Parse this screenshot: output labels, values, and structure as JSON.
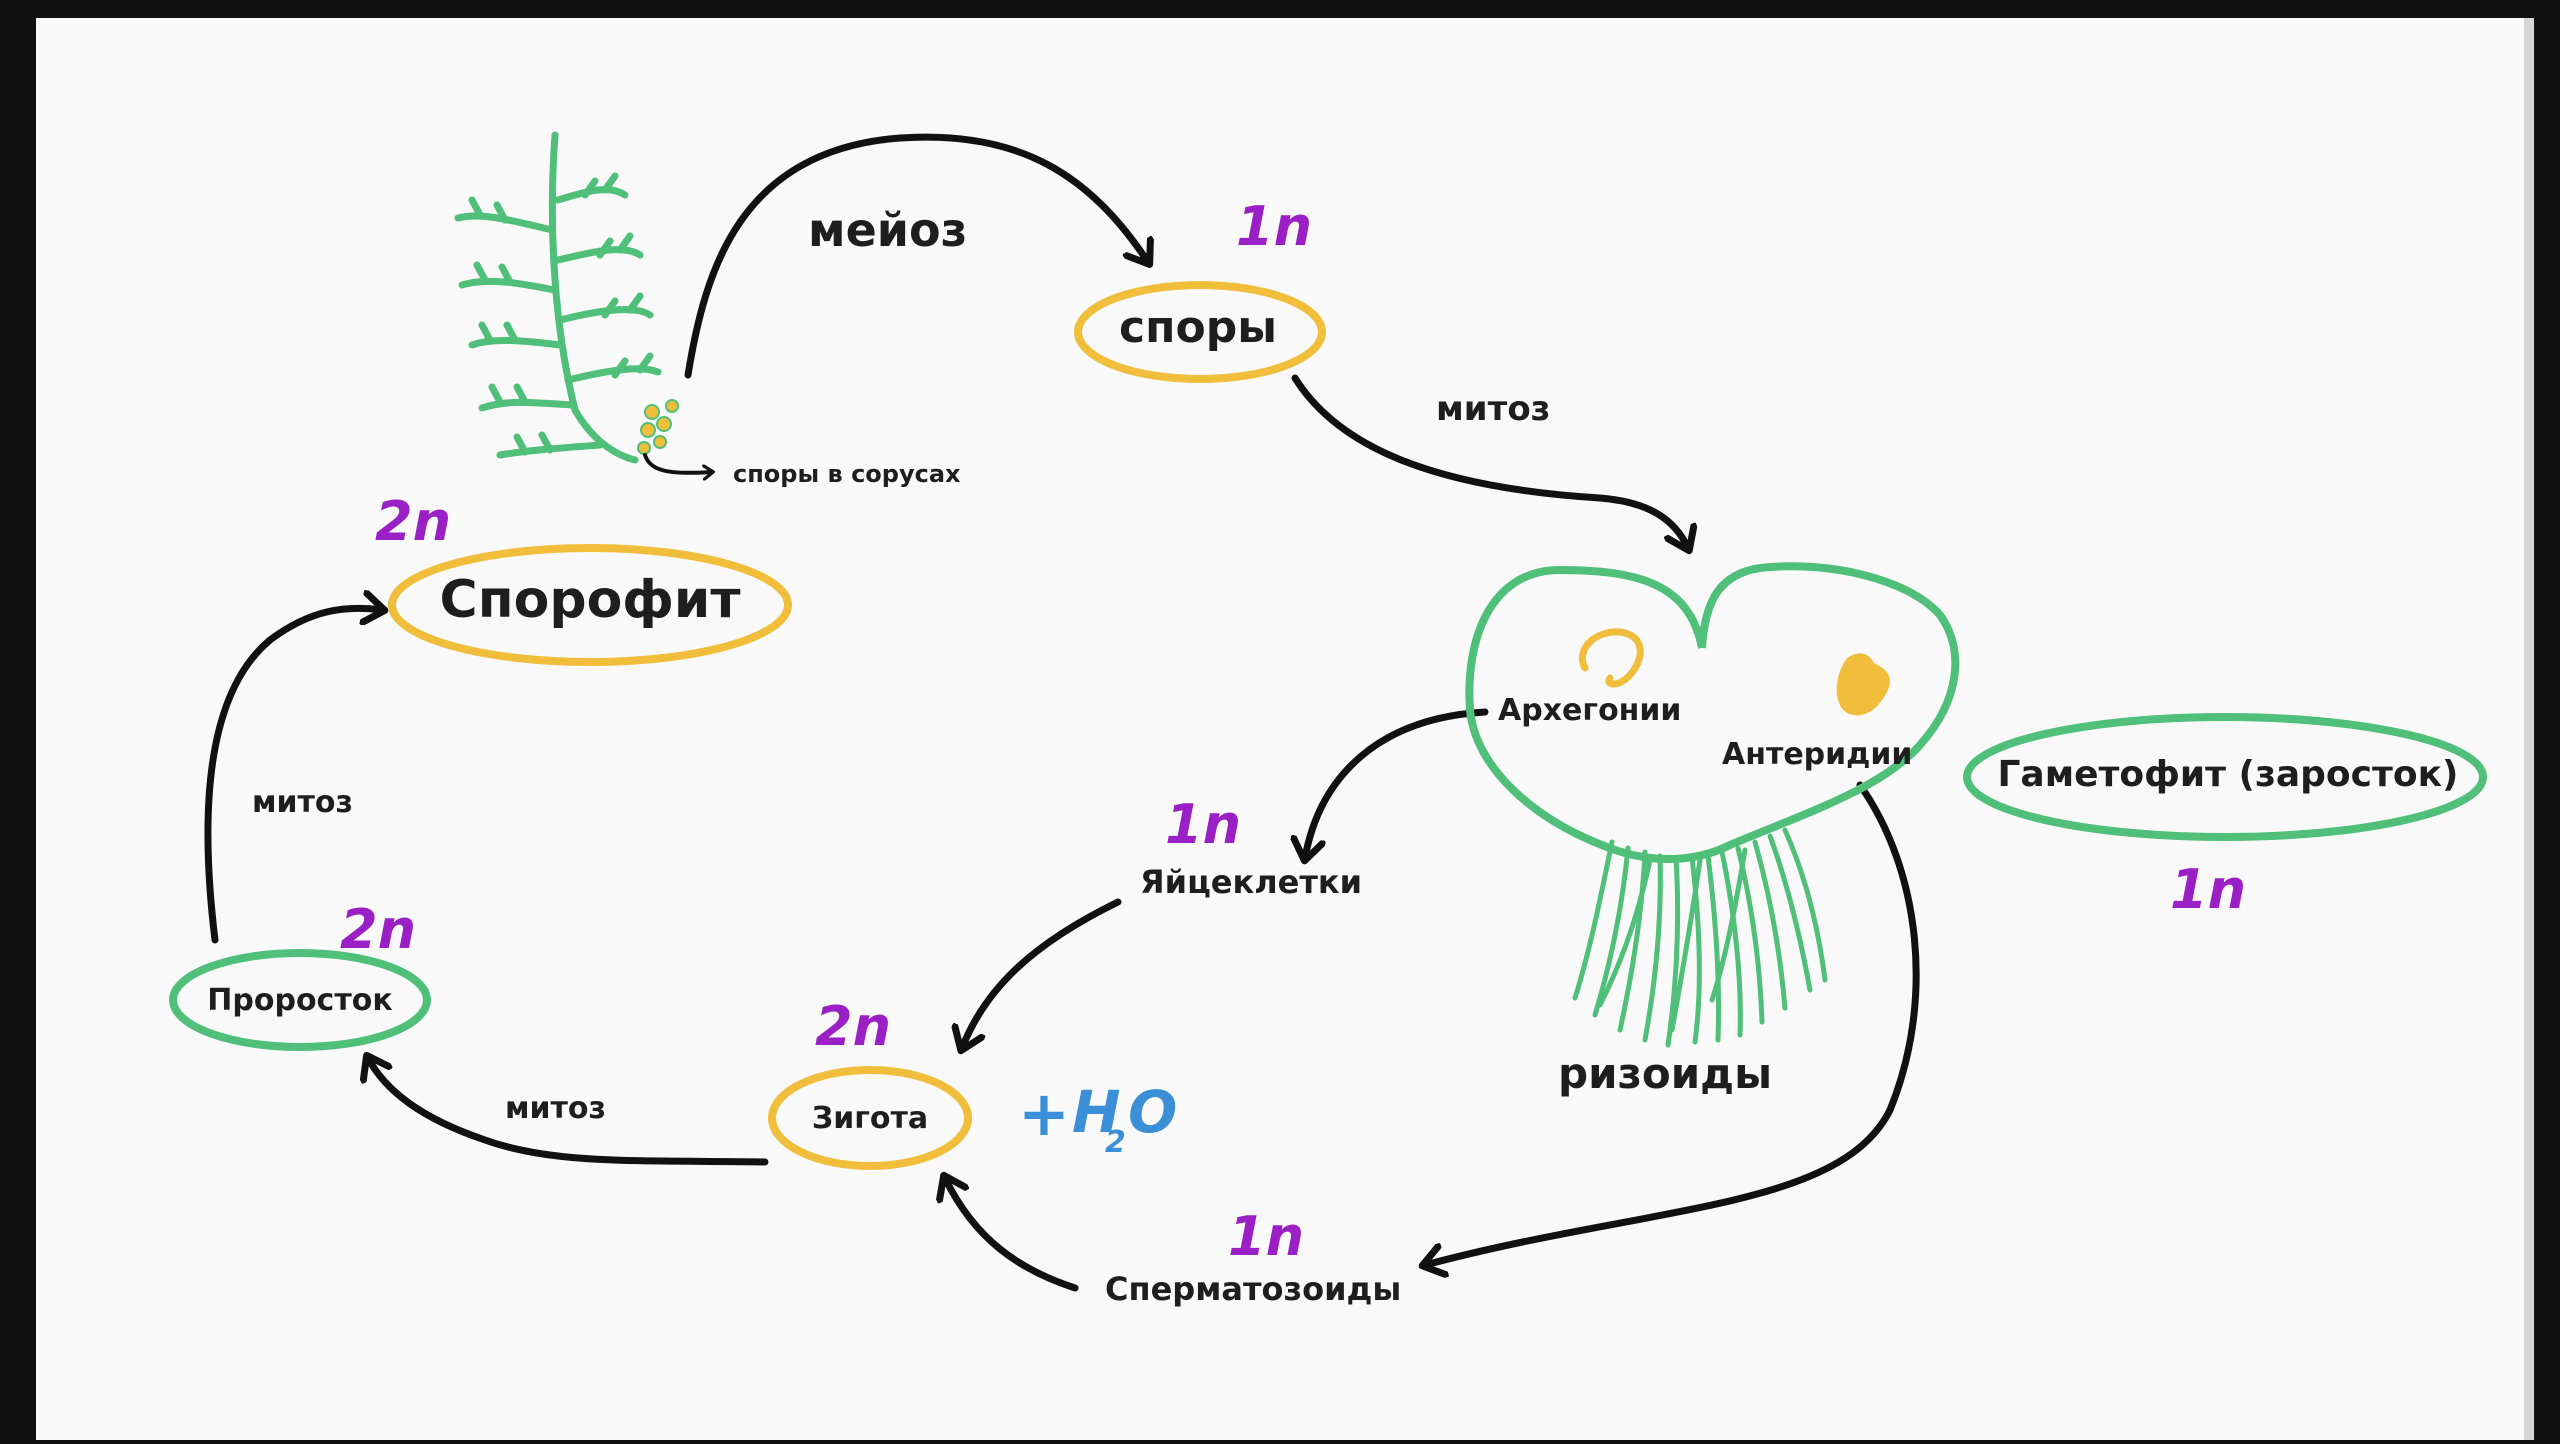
{
  "diagram": {
    "nodes": {
      "sporophyte": "Спорофит",
      "spores": "споры",
      "gametophyte": "Гаметофит (заросток)",
      "sprout": "Проросток",
      "zygote": "Зигота"
    },
    "labels": {
      "meiosis": "мейоз",
      "mitosis_spores": "митоз",
      "mitosis_sprout": "митоз",
      "mitosis_zygote": "митоз",
      "sori": "споры в сорусах",
      "archegonia": "Архегонии",
      "antheridia": "Антеридии",
      "eggs": "Яйцеклетки",
      "sperm": "Сперматозоиды",
      "rhizoids": "ризоиды"
    },
    "ploidy": {
      "sporophyte": "2n",
      "spores": "1n",
      "gametophyte": "1n",
      "eggs": "1n",
      "sperm": "1n",
      "zygote": "2n",
      "sprout": "2n"
    },
    "water": {
      "plus": "+",
      "h": "H",
      "sub": "2",
      "o": "O"
    },
    "colors": {
      "diploid_ring": "#f0be3a",
      "haploid_ring": "#4fbf7a",
      "ploidy_text": "#9a1fc4",
      "water_text": "#3a8fd6",
      "arrow": "#111111"
    }
  }
}
